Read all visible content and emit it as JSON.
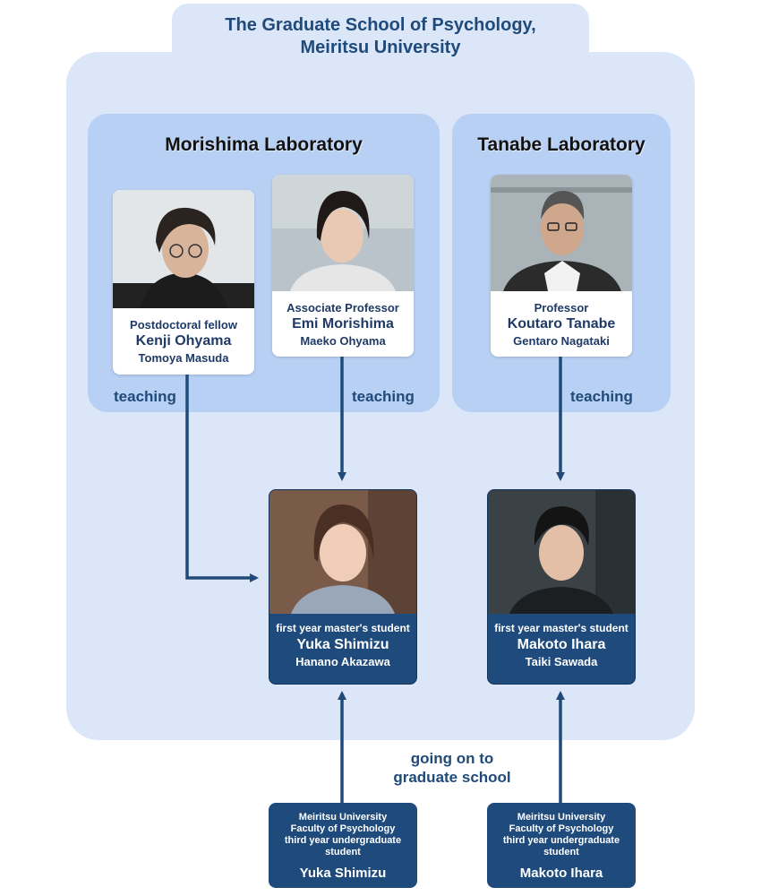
{
  "university": {
    "title_line1": "The Graduate School of Psychology,",
    "title_line2": "Meiritsu University"
  },
  "labs": [
    {
      "name": "Morishima Laboratory"
    },
    {
      "name": "Tanabe Laboratory"
    }
  ],
  "faculty": [
    {
      "role": "Postdoctoral fellow",
      "character": "Kenji Ohyama",
      "actor": "Tomoya Masuda"
    },
    {
      "role": "Associate Professor",
      "character": "Emi Morishima",
      "actor": "Maeko Ohyama"
    },
    {
      "role": "Professor",
      "character": "Koutaro Tanabe",
      "actor": "Gentaro Nagataki"
    }
  ],
  "teaching_label": "teaching",
  "students": [
    {
      "role": "first year master's student",
      "character": "Yuka Shimizu",
      "actor": "Hanano Akazawa"
    },
    {
      "role": "first year master's student",
      "character": "Makoto Ihara",
      "actor": "Taiki Sawada"
    }
  ],
  "transition": {
    "line1": "going on to",
    "line2": "graduate school"
  },
  "undergrads": [
    {
      "line1": "Meiritsu University",
      "line2": "Faculty of Psychology",
      "line3": "third year undergraduate",
      "line4": "student",
      "name": "Yuka Shimizu"
    },
    {
      "line1": "Meiritsu University",
      "line2": "Faculty of Psychology",
      "line3": "third year undergraduate",
      "line4": "student",
      "name": "Makoto Ihara"
    }
  ],
  "colors": {
    "navy": "#1e4a7c",
    "arrow": "#1f4a7a",
    "outer": "#dbe6f8",
    "lab": "#b8d0f3"
  }
}
